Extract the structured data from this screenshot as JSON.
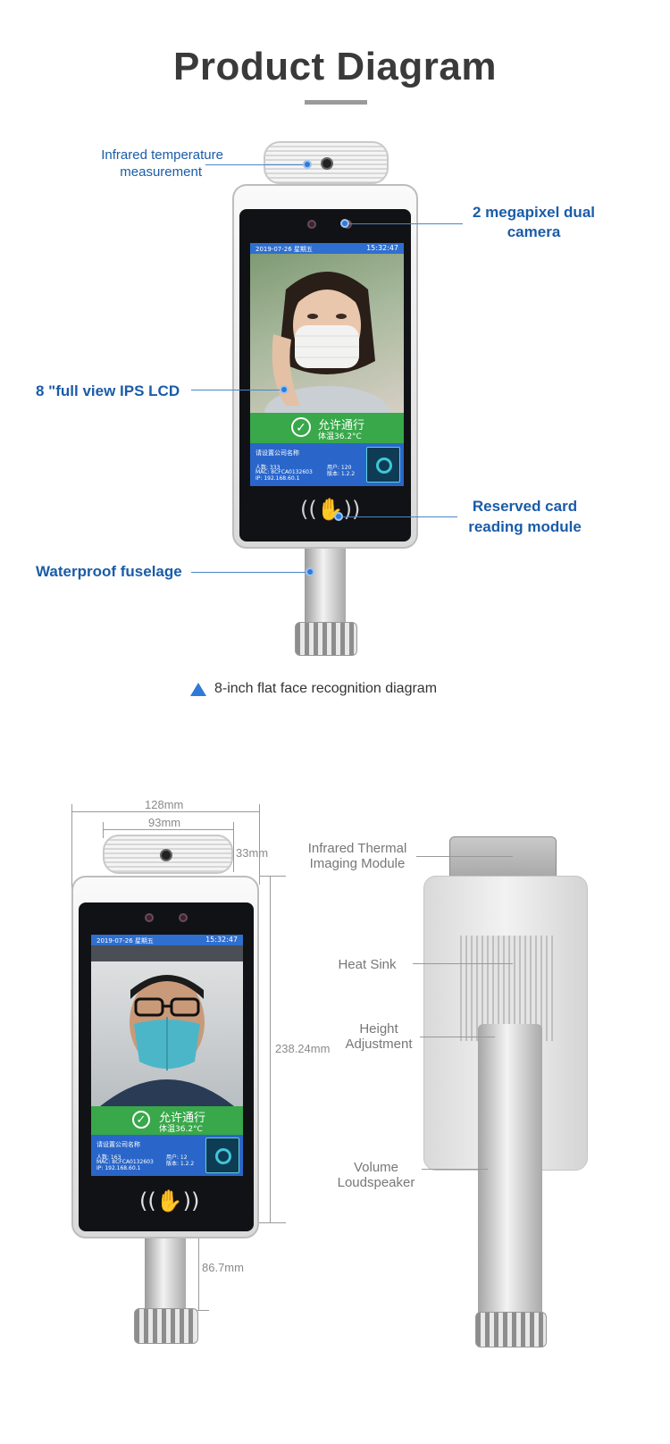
{
  "header": {
    "title": "Product Diagram"
  },
  "diagram1": {
    "callouts": {
      "infrared": [
        "Infrared temperature",
        "measurement"
      ],
      "camera": [
        "2 megapixel dual",
        "camera"
      ],
      "lcd": "8 \"full view IPS LCD",
      "card": [
        "Reserved card",
        "reading module"
      ],
      "fuselage": "Waterproof fuselage"
    },
    "screen": {
      "date": "2019-07-26 星期五",
      "time": "15:32:47",
      "pass_text": "允许通行",
      "temp_text": "体温36.2°C",
      "company": "请设置公司名称",
      "info_left": [
        "人数: 333",
        "MAC: 8CFCA0132603",
        "IP: 192.168.60.1"
      ],
      "info_right": [
        "用户: 120",
        "版本: 1.2.2"
      ]
    },
    "caption": "8-inch flat face recognition diagram",
    "caption_icon": "triangle-icon"
  },
  "diagram2": {
    "dimensions": {
      "width_total": "128mm",
      "width_sensor": "93mm",
      "sensor_height": "33mm",
      "body_height": "238.24mm",
      "pole_height": "86.7mm"
    },
    "screen": {
      "date": "2019-07-26 星期五",
      "time": "15:32:47",
      "pass_text": "允许通行",
      "temp_text": "体温36.2°C",
      "company": "请设置公司名称",
      "info_left": [
        "人数: 163",
        "MAC: 8CFCA0132603",
        "IP: 192.168.60.1"
      ],
      "info_right": [
        "用户: 12",
        "版本: 1.2.2"
      ]
    },
    "labels": {
      "thermal": [
        "Infrared Thermal",
        "Imaging Module"
      ],
      "heatsink": "Heat Sink",
      "height": [
        "Height",
        "Adjustment"
      ],
      "speaker": [
        "Volume",
        "Loudspeaker"
      ]
    }
  },
  "colors": {
    "callout_blue": "#1a5ca8",
    "title_gray": "#3a3a3a",
    "pass_green": "#38a84a",
    "screen_blue": "#2a66c9",
    "caption_triangle": "#2f7ad6"
  }
}
